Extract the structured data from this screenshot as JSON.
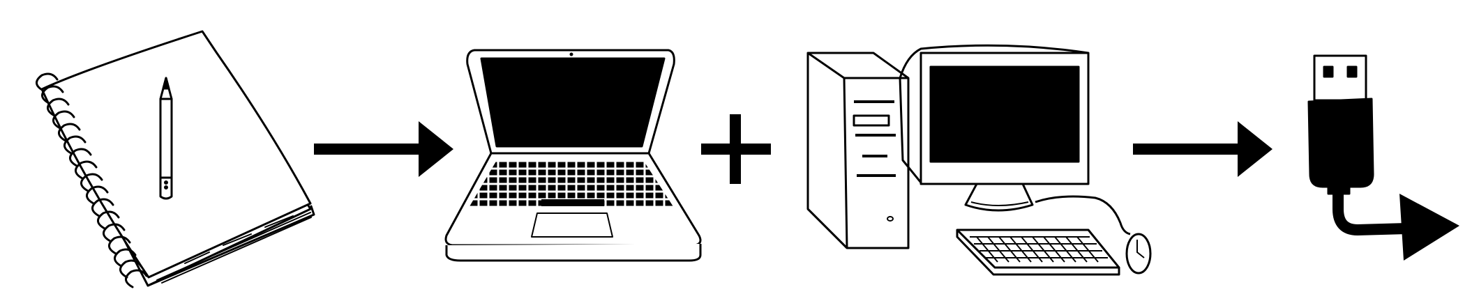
{
  "palette": {
    "ink": "#000000",
    "paper": "#ffffff"
  },
  "sequence": [
    {
      "kind": "illustration",
      "icon": "spiral-notebook-with-pencil-icon"
    },
    {
      "kind": "connector",
      "icon": "arrow-right-icon"
    },
    {
      "kind": "illustration",
      "icon": "laptop-icon"
    },
    {
      "kind": "connector",
      "icon": "plus-icon"
    },
    {
      "kind": "illustration",
      "icon": "desktop-computer-icon"
    },
    {
      "kind": "connector",
      "icon": "arrow-right-icon"
    },
    {
      "kind": "illustration",
      "icon": "usb-flash-drive-icon"
    },
    {
      "kind": "connector",
      "icon": "cable-arrow-icon"
    }
  ]
}
